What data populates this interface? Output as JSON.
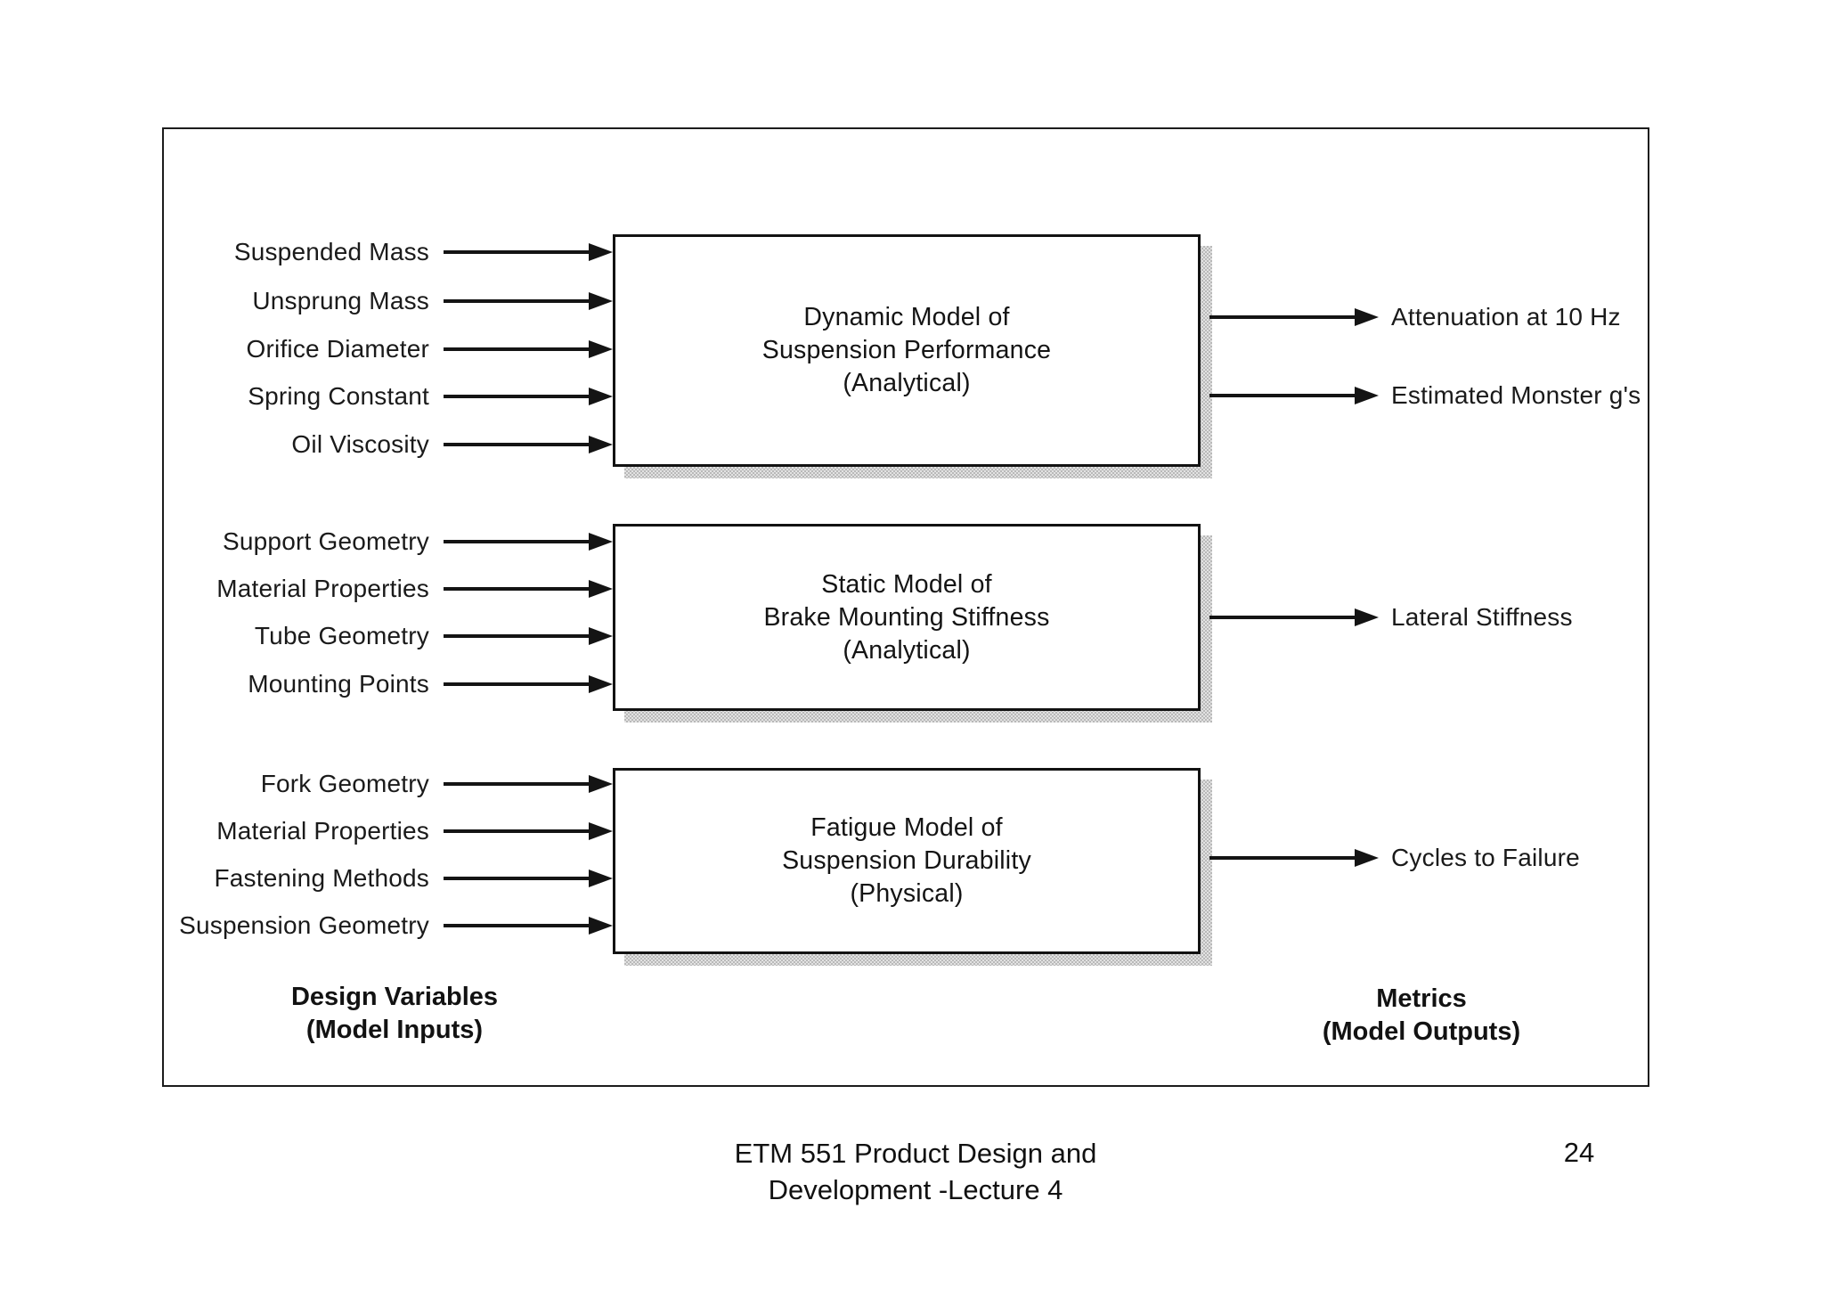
{
  "diagram": {
    "models": [
      {
        "title_line1": "Dynamic Model of",
        "title_line2": "Suspension Performance",
        "title_line3": "(Analytical)",
        "inputs": [
          "Suspended Mass",
          "Unsprung Mass",
          "Orifice Diameter",
          "Spring Constant",
          "Oil Viscosity"
        ],
        "outputs": [
          "Attenuation at 10 Hz",
          "Estimated Monster g's"
        ]
      },
      {
        "title_line1": "Static Model of",
        "title_line2": "Brake Mounting Stiffness",
        "title_line3": "(Analytical)",
        "inputs": [
          "Support Geometry",
          "Material Properties",
          "Tube Geometry",
          "Mounting Points"
        ],
        "outputs": [
          "Lateral Stiffness"
        ]
      },
      {
        "title_line1": "Fatigue Model of",
        "title_line2": "Suspension Durability",
        "title_line3": "(Physical)",
        "inputs": [
          "Fork Geometry",
          "Material Properties",
          "Fastening Methods",
          "Suspension Geometry"
        ],
        "outputs": [
          "Cycles to Failure"
        ]
      }
    ],
    "left_caption_line1": "Design Variables",
    "left_caption_line2": "(Model Inputs)",
    "right_caption_line1": "Metrics",
    "right_caption_line2": "(Model Outputs)"
  },
  "footer": {
    "caption_line1": "ETM 551 Product Design and",
    "caption_line2": "Development -Lecture 4",
    "page_number": "24"
  }
}
